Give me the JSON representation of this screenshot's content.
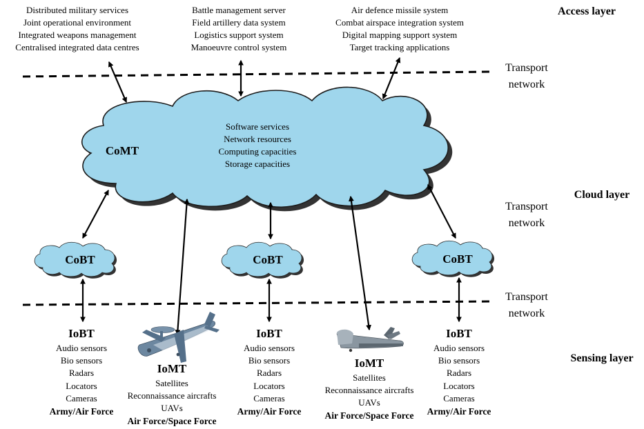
{
  "access_groups": [
    [
      "Distributed military services",
      "Joint operational environment",
      "Integrated weapons management",
      "Centralised integrated data centres"
    ],
    [
      "Battle management server",
      "Field artillery data system",
      "Logistics support system",
      "Manoeuvre control system"
    ],
    [
      "Air defence missile system",
      "Combat airspace integration system",
      "Digital mapping support system",
      "Target tracking applications"
    ]
  ],
  "layers": {
    "access": "Access layer",
    "cloud": "Cloud layer",
    "sensing": "Sensing layer"
  },
  "transport_labels": [
    [
      "Transport",
      "network"
    ],
    [
      "Transport",
      "network"
    ],
    [
      "Transport",
      "network"
    ]
  ],
  "comt": {
    "title": "CoMT",
    "items": [
      "Software services",
      "Network resources",
      "Computing capacities",
      "Storage capacities"
    ]
  },
  "cobt_label": "CoBT",
  "iobt": {
    "title": "IoBT",
    "items": [
      "Audio sensors",
      "Bio sensors",
      "Radars",
      "Locators",
      "Cameras"
    ],
    "force": "Army/Air Force"
  },
  "iomt": {
    "title": "IoMT",
    "items": [
      "Satellites",
      "Reconnaissance aircrafts",
      "UAVs"
    ],
    "force": "Air Force/Space Force"
  },
  "colors": {
    "cloud_fill": "#9fd6ec",
    "outline": "#1c1c1c",
    "aircraft": "#6c87a0"
  },
  "icons": [
    "awacs-aircraft-icon",
    "uav-drone-icon"
  ]
}
